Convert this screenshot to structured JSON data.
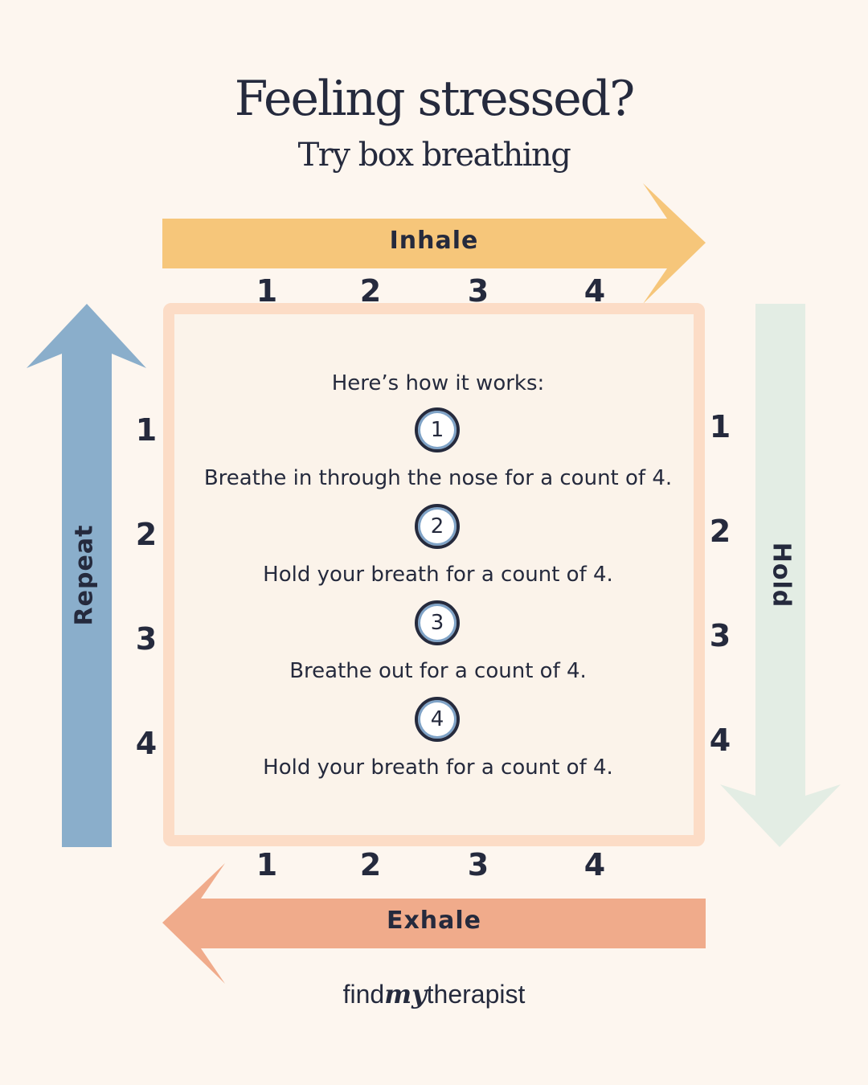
{
  "header": {
    "title": "Feeling stressed?",
    "subtitle": "Try box breathing"
  },
  "arrows": {
    "top": {
      "label": "Inhale",
      "color": "#f6c67a"
    },
    "right": {
      "label": "Hold",
      "color": "#e3ede4"
    },
    "bottom": {
      "label": "Exhale",
      "color": "#f0ab8b"
    },
    "left": {
      "label": "Repeat",
      "color": "#8aaecb"
    }
  },
  "counts": [
    "1",
    "2",
    "3",
    "4"
  ],
  "box": {
    "border_color": "#fcdcc6",
    "fill_color": "#fbf3ea",
    "heading": "Here’s how it works:",
    "steps": [
      {
        "number": "1",
        "text": "Breathe in through the nose for a count of 4."
      },
      {
        "number": "2",
        "text": "Hold your breath for a count of 4."
      },
      {
        "number": "3",
        "text": "Breathe out for a count of 4."
      },
      {
        "number": "4",
        "text": "Hold your breath for a count of 4."
      }
    ]
  },
  "logo": {
    "part1": "find",
    "part2": "my",
    "part3": "therapist"
  }
}
